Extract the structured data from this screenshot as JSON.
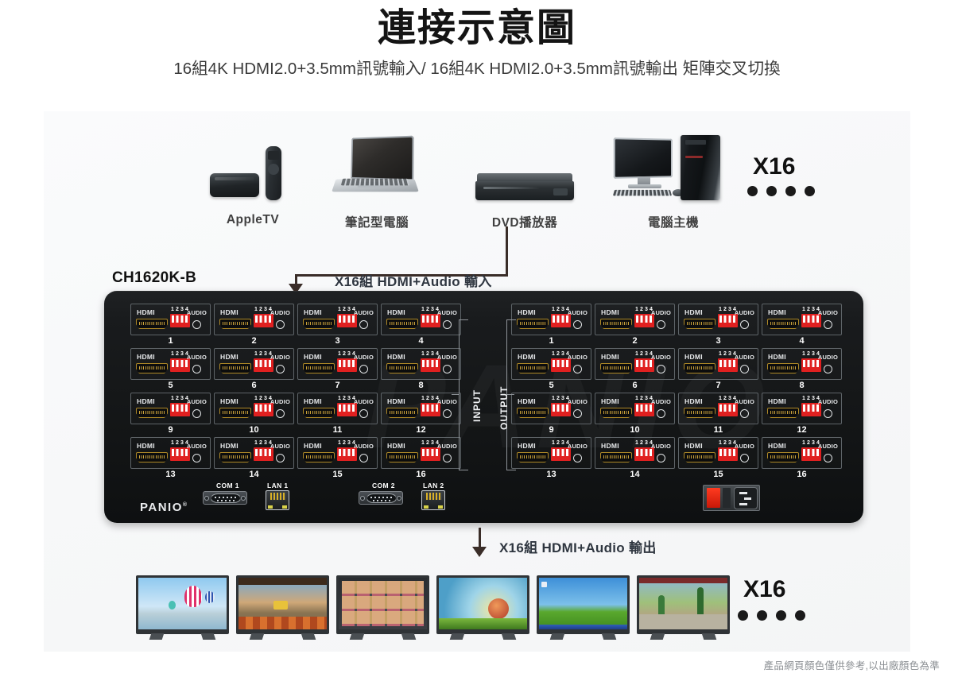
{
  "header": {
    "title": "連接示意圖",
    "subtitle": "16組4K HDMI2.0+3.5mm訊號輸入/ 16組4K HDMI2.0+3.5mm訊號輸出 矩陣交叉切換"
  },
  "sources": {
    "items": [
      {
        "icon": "apple-tv-icon",
        "label": "AppleTV"
      },
      {
        "icon": "laptop-icon",
        "label": "筆記型電腦"
      },
      {
        "icon": "dvd-player-icon",
        "label": "DVD播放器"
      },
      {
        "icon": "desktop-pc-icon",
        "label": "電腦主機"
      }
    ],
    "multiplier": "X16",
    "dot_count": 4
  },
  "flow": {
    "input_label": "X16組 HDMI+Audio 輸入",
    "output_label": "X16組 HDMI+Audio 輸出"
  },
  "device": {
    "model": "CH1620K-B",
    "brand": "PANIO",
    "brand_mark": "®",
    "watermark": "PANIO",
    "port_labels": {
      "hdmi": "HDMI",
      "audio": "AUDIO",
      "dip_numbers": "1 2 3 4"
    },
    "input_section_label": "INPUT",
    "output_section_label": "OUTPUT",
    "input_ports": [
      1,
      2,
      3,
      4,
      5,
      6,
      7,
      8,
      9,
      10,
      11,
      12,
      13,
      14,
      15,
      16
    ],
    "output_ports": [
      1,
      2,
      3,
      4,
      5,
      6,
      7,
      8,
      9,
      10,
      11,
      12,
      13,
      14,
      15,
      16
    ],
    "io_row": [
      {
        "name": "com1-port",
        "label": "COM 1",
        "type": "db9"
      },
      {
        "name": "lan1-port",
        "label": "LAN 1",
        "type": "rj45"
      },
      {
        "name": "com2-port",
        "label": "COM 2",
        "type": "db9"
      },
      {
        "name": "lan2-port",
        "label": "LAN 2",
        "type": "rj45"
      }
    ],
    "power": {
      "name": "power-switch",
      "switch_color": "#e62b10"
    },
    "colors": {
      "panel": "#16181a",
      "dip_red": "#e02020",
      "hdmi_gold": "#b08a27",
      "port_border": "#5e6468"
    }
  },
  "displays": {
    "multiplier": "X16",
    "dot_count": 4,
    "tvs": [
      {
        "name": "tv-balloon",
        "content": "balloon-sky"
      },
      {
        "name": "tv-game",
        "content": "game-scene"
      },
      {
        "name": "tv-grid",
        "content": "video-grid"
      },
      {
        "name": "tv-tree",
        "content": "tree-sunset"
      },
      {
        "name": "tv-bliss",
        "content": "green-hills"
      },
      {
        "name": "tv-3d",
        "content": "3d-scene"
      }
    ]
  },
  "footer": {
    "note": "產品網頁顏色僅供參考,以出廠顏色為準"
  }
}
